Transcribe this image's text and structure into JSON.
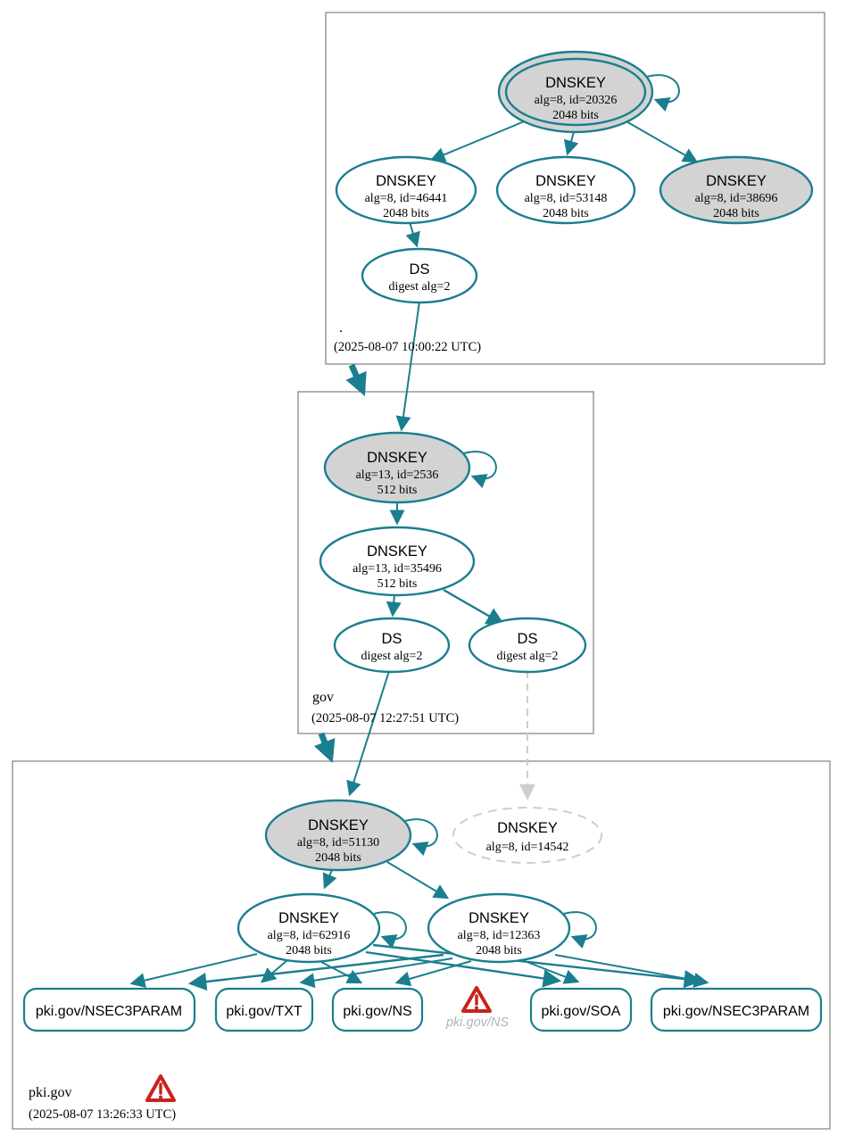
{
  "colors": {
    "edge_teal": "#1a7e8f",
    "ksk_fill": "#d3d3d3",
    "insecure_gray": "#cdcdcd",
    "warning_red": "#c9221e",
    "box_border_gray": "#7f7f7f",
    "warn_text_gray": "#b3b3b3"
  },
  "root": {
    "zone_label": ".",
    "timestamp": "(2025-08-07 10:00:22 UTC)",
    "ksk": {
      "type": "DNSKEY",
      "detail": "alg=8, id=20326",
      "bits": "2048 bits"
    },
    "zsk1": {
      "type": "DNSKEY",
      "detail": "alg=8, id=46441",
      "bits": "2048 bits"
    },
    "zsk2": {
      "type": "DNSKEY",
      "detail": "alg=8, id=53148",
      "bits": "2048 bits"
    },
    "key3": {
      "type": "DNSKEY",
      "detail": "alg=8, id=38696",
      "bits": "2048 bits"
    },
    "ds": {
      "type": "DS",
      "detail": "digest alg=2"
    }
  },
  "gov": {
    "zone_label": "gov",
    "timestamp": "(2025-08-07 12:27:51 UTC)",
    "ksk": {
      "type": "DNSKEY",
      "detail": "alg=13, id=2536",
      "bits": "512 bits"
    },
    "zsk": {
      "type": "DNSKEY",
      "detail": "alg=13, id=35496",
      "bits": "512 bits"
    },
    "ds1": {
      "type": "DS",
      "detail": "digest alg=2"
    },
    "ds2": {
      "type": "DS",
      "detail": "digest alg=2"
    }
  },
  "pki": {
    "zone_label": "pki.gov",
    "timestamp": "(2025-08-07 13:26:33 UTC)",
    "ksk": {
      "type": "DNSKEY",
      "detail": "alg=8, id=51130",
      "bits": "2048 bits"
    },
    "missing_key": {
      "type": "DNSKEY",
      "detail": "alg=8, id=14542"
    },
    "zsk1": {
      "type": "DNSKEY",
      "detail": "alg=8, id=62916",
      "bits": "2048 bits"
    },
    "zsk2": {
      "type": "DNSKEY",
      "detail": "alg=8, id=12363",
      "bits": "2048 bits"
    },
    "rrsets": {
      "nsec3param_left": "pki.gov/NSEC3PARAM",
      "txt": "pki.gov/TXT",
      "ns": "pki.gov/NS",
      "ns_warning": "pki.gov/NS",
      "soa": "pki.gov/SOA",
      "nsec3param_right": "pki.gov/NSEC3PARAM"
    }
  }
}
